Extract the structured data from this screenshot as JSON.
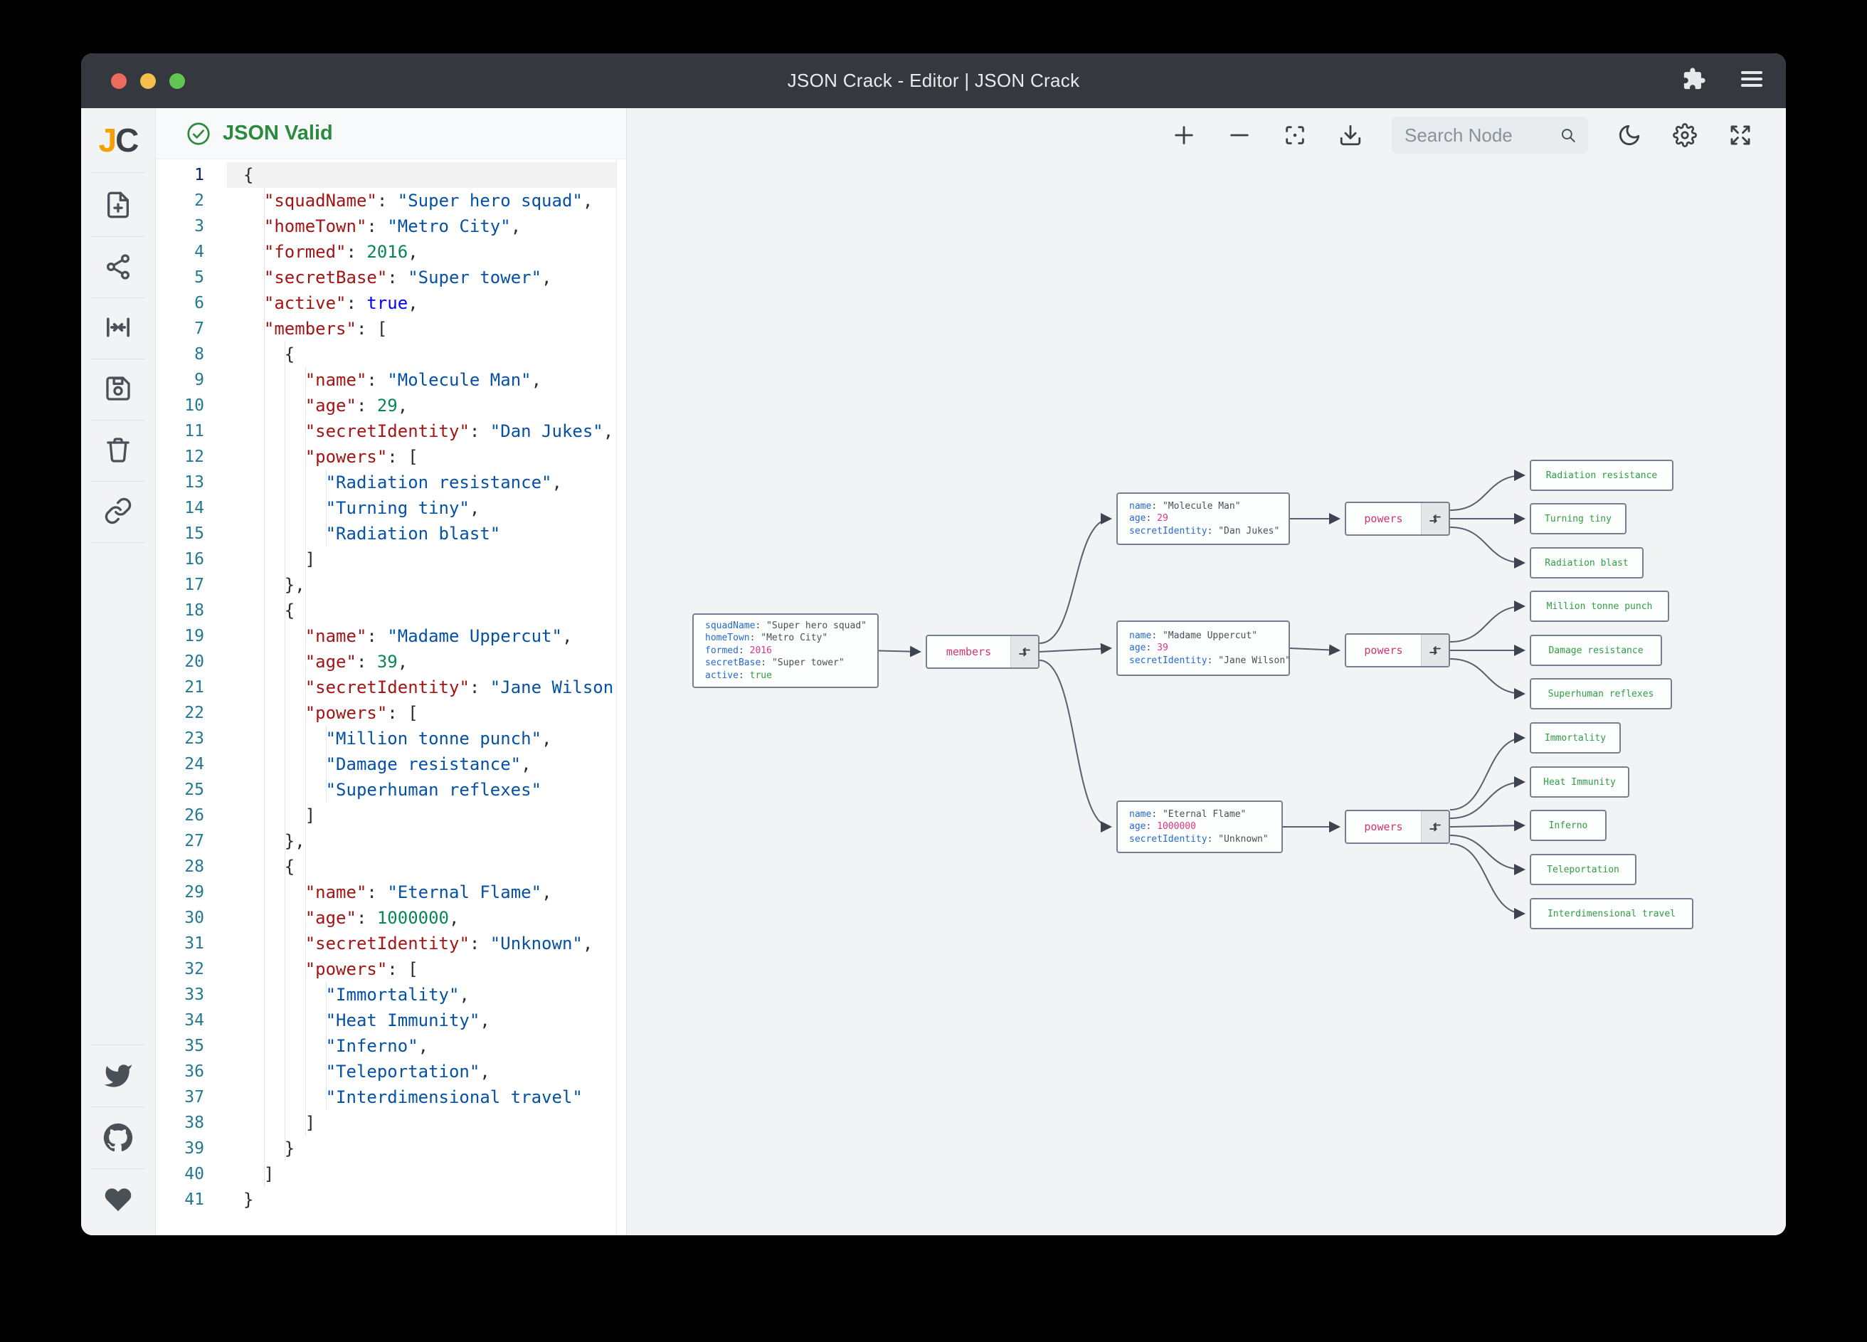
{
  "titlebar": {
    "title": "JSON Crack - Editor | JSON Crack",
    "traffic_colors": {
      "close": "#ed6a5e",
      "minimize": "#f4bf4f",
      "zoom": "#61c554"
    },
    "icons": [
      "extension-icon",
      "menu-icon"
    ]
  },
  "logo": {
    "j": "J",
    "c": "C"
  },
  "sidebar_icons": [
    "new-file",
    "graph-view",
    "collapse",
    "save",
    "delete",
    "link",
    "twitter",
    "github",
    "sponsor"
  ],
  "validation": {
    "label": "JSON Valid",
    "color": "#2b8a3e"
  },
  "search": {
    "placeholder": "Search Node"
  },
  "toolbar_icons": [
    "zoom-in",
    "zoom-out",
    "center-view",
    "download",
    "search",
    "dark-mode",
    "settings",
    "fullscreen"
  ],
  "colors": {
    "titlebar_bg": "#35383e",
    "canvas_bg": "#f2f3f5",
    "sidebar_bg": "#f1f3f5",
    "code_key": "#a31515",
    "code_string": "#0451a5",
    "code_number": "#098658",
    "code_bool": "#0000ff",
    "node_key": "#2669d0",
    "node_number": "#e0357f",
    "node_bool": "#2f9e44",
    "node_array_label": "#d6336c",
    "leaf_text": "#2f9e44",
    "edge": "#555f6e"
  },
  "editor": {
    "lines": [
      {
        "n": "1",
        "t": [
          [
            "{",
            "p"
          ]
        ],
        "active": true
      },
      {
        "n": "2",
        "t": [
          [
            "  ",
            "p"
          ],
          [
            "\"squadName\"",
            "k"
          ],
          [
            ": ",
            "p"
          ],
          [
            "\"Super hero squad\"",
            "s"
          ],
          [
            ",",
            "p"
          ]
        ]
      },
      {
        "n": "3",
        "t": [
          [
            "  ",
            "p"
          ],
          [
            "\"homeTown\"",
            "k"
          ],
          [
            ": ",
            "p"
          ],
          [
            "\"Metro City\"",
            "s"
          ],
          [
            ",",
            "p"
          ]
        ]
      },
      {
        "n": "4",
        "t": [
          [
            "  ",
            "p"
          ],
          [
            "\"formed\"",
            "k"
          ],
          [
            ": ",
            "p"
          ],
          [
            "2016",
            "n"
          ],
          [
            ",",
            "p"
          ]
        ]
      },
      {
        "n": "5",
        "t": [
          [
            "  ",
            "p"
          ],
          [
            "\"secretBase\"",
            "k"
          ],
          [
            ": ",
            "p"
          ],
          [
            "\"Super tower\"",
            "s"
          ],
          [
            ",",
            "p"
          ]
        ]
      },
      {
        "n": "6",
        "t": [
          [
            "  ",
            "p"
          ],
          [
            "\"active\"",
            "k"
          ],
          [
            ": ",
            "p"
          ],
          [
            "true",
            "b"
          ],
          [
            ",",
            "p"
          ]
        ]
      },
      {
        "n": "7",
        "t": [
          [
            "  ",
            "p"
          ],
          [
            "\"members\"",
            "k"
          ],
          [
            ": [",
            "p"
          ]
        ]
      },
      {
        "n": "8",
        "t": [
          [
            "    {",
            "p"
          ]
        ]
      },
      {
        "n": "9",
        "t": [
          [
            "      ",
            "p"
          ],
          [
            "\"name\"",
            "k"
          ],
          [
            ": ",
            "p"
          ],
          [
            "\"Molecule Man\"",
            "s"
          ],
          [
            ",",
            "p"
          ]
        ]
      },
      {
        "n": "10",
        "t": [
          [
            "      ",
            "p"
          ],
          [
            "\"age\"",
            "k"
          ],
          [
            ": ",
            "p"
          ],
          [
            "29",
            "n"
          ],
          [
            ",",
            "p"
          ]
        ]
      },
      {
        "n": "11",
        "t": [
          [
            "      ",
            "p"
          ],
          [
            "\"secretIdentity\"",
            "k"
          ],
          [
            ": ",
            "p"
          ],
          [
            "\"Dan Jukes\"",
            "s"
          ],
          [
            ",",
            "p"
          ]
        ]
      },
      {
        "n": "12",
        "t": [
          [
            "      ",
            "p"
          ],
          [
            "\"powers\"",
            "k"
          ],
          [
            ": [",
            "p"
          ]
        ]
      },
      {
        "n": "13",
        "t": [
          [
            "        ",
            "p"
          ],
          [
            "\"Radiation resistance\"",
            "s"
          ],
          [
            ",",
            "p"
          ]
        ]
      },
      {
        "n": "14",
        "t": [
          [
            "        ",
            "p"
          ],
          [
            "\"Turning tiny\"",
            "s"
          ],
          [
            ",",
            "p"
          ]
        ]
      },
      {
        "n": "15",
        "t": [
          [
            "        ",
            "p"
          ],
          [
            "\"Radiation blast\"",
            "s"
          ]
        ]
      },
      {
        "n": "16",
        "t": [
          [
            "      ]",
            "p"
          ]
        ]
      },
      {
        "n": "17",
        "t": [
          [
            "    },",
            "p"
          ]
        ]
      },
      {
        "n": "18",
        "t": [
          [
            "    {",
            "p"
          ]
        ]
      },
      {
        "n": "19",
        "t": [
          [
            "      ",
            "p"
          ],
          [
            "\"name\"",
            "k"
          ],
          [
            ": ",
            "p"
          ],
          [
            "\"Madame Uppercut\"",
            "s"
          ],
          [
            ",",
            "p"
          ]
        ]
      },
      {
        "n": "20",
        "t": [
          [
            "      ",
            "p"
          ],
          [
            "\"age\"",
            "k"
          ],
          [
            ": ",
            "p"
          ],
          [
            "39",
            "n"
          ],
          [
            ",",
            "p"
          ]
        ]
      },
      {
        "n": "21",
        "t": [
          [
            "      ",
            "p"
          ],
          [
            "\"secretIdentity\"",
            "k"
          ],
          [
            ": ",
            "p"
          ],
          [
            "\"Jane Wilson\"",
            "s"
          ],
          [
            ",",
            "p"
          ]
        ]
      },
      {
        "n": "22",
        "t": [
          [
            "      ",
            "p"
          ],
          [
            "\"powers\"",
            "k"
          ],
          [
            ": [",
            "p"
          ]
        ]
      },
      {
        "n": "23",
        "t": [
          [
            "        ",
            "p"
          ],
          [
            "\"Million tonne punch\"",
            "s"
          ],
          [
            ",",
            "p"
          ]
        ]
      },
      {
        "n": "24",
        "t": [
          [
            "        ",
            "p"
          ],
          [
            "\"Damage resistance\"",
            "s"
          ],
          [
            ",",
            "p"
          ]
        ]
      },
      {
        "n": "25",
        "t": [
          [
            "        ",
            "p"
          ],
          [
            "\"Superhuman reflexes\"",
            "s"
          ]
        ]
      },
      {
        "n": "26",
        "t": [
          [
            "      ]",
            "p"
          ]
        ]
      },
      {
        "n": "27",
        "t": [
          [
            "    },",
            "p"
          ]
        ]
      },
      {
        "n": "28",
        "t": [
          [
            "    {",
            "p"
          ]
        ]
      },
      {
        "n": "29",
        "t": [
          [
            "      ",
            "p"
          ],
          [
            "\"name\"",
            "k"
          ],
          [
            ": ",
            "p"
          ],
          [
            "\"Eternal Flame\"",
            "s"
          ],
          [
            ",",
            "p"
          ]
        ]
      },
      {
        "n": "30",
        "t": [
          [
            "      ",
            "p"
          ],
          [
            "\"age\"",
            "k"
          ],
          [
            ": ",
            "p"
          ],
          [
            "1000000",
            "n"
          ],
          [
            ",",
            "p"
          ]
        ]
      },
      {
        "n": "31",
        "t": [
          [
            "      ",
            "p"
          ],
          [
            "\"secretIdentity\"",
            "k"
          ],
          [
            ": ",
            "p"
          ],
          [
            "\"Unknown\"",
            "s"
          ],
          [
            ",",
            "p"
          ]
        ]
      },
      {
        "n": "32",
        "t": [
          [
            "      ",
            "p"
          ],
          [
            "\"powers\"",
            "k"
          ],
          [
            ": [",
            "p"
          ]
        ]
      },
      {
        "n": "33",
        "t": [
          [
            "        ",
            "p"
          ],
          [
            "\"Immortality\"",
            "s"
          ],
          [
            ",",
            "p"
          ]
        ]
      },
      {
        "n": "34",
        "t": [
          [
            "        ",
            "p"
          ],
          [
            "\"Heat Immunity\"",
            "s"
          ],
          [
            ",",
            "p"
          ]
        ]
      },
      {
        "n": "35",
        "t": [
          [
            "        ",
            "p"
          ],
          [
            "\"Inferno\"",
            "s"
          ],
          [
            ",",
            "p"
          ]
        ]
      },
      {
        "n": "36",
        "t": [
          [
            "        ",
            "p"
          ],
          [
            "\"Teleportation\"",
            "s"
          ],
          [
            ",",
            "p"
          ]
        ]
      },
      {
        "n": "37",
        "t": [
          [
            "        ",
            "p"
          ],
          [
            "\"Interdimensional travel\"",
            "s"
          ]
        ]
      },
      {
        "n": "38",
        "t": [
          [
            "      ]",
            "p"
          ]
        ]
      },
      {
        "n": "39",
        "t": [
          [
            "    }",
            "p"
          ]
        ]
      },
      {
        "n": "40",
        "t": [
          [
            "  ]",
            "p"
          ]
        ]
      },
      {
        "n": "41",
        "t": [
          [
            "}",
            "p"
          ]
        ]
      }
    ]
  },
  "graph": {
    "root": {
      "rows": [
        {
          "k": "squadName",
          "v": "\"Super hero squad\"",
          "t": "s"
        },
        {
          "k": "homeTown",
          "v": "\"Metro City\"",
          "t": "s"
        },
        {
          "k": "formed",
          "v": "2016",
          "t": "n"
        },
        {
          "k": "secretBase",
          "v": "\"Super tower\"",
          "t": "s"
        },
        {
          "k": "active",
          "v": "true",
          "t": "b"
        }
      ]
    },
    "members_label": "members",
    "powers_label": "powers",
    "members": [
      {
        "rows": [
          {
            "k": "name",
            "v": "\"Molecule Man\"",
            "t": "s"
          },
          {
            "k": "age",
            "v": "29",
            "t": "n"
          },
          {
            "k": "secretIdentity",
            "v": "\"Dan Jukes\"",
            "t": "s"
          }
        ],
        "powers": [
          "Radiation resistance",
          "Turning tiny",
          "Radiation blast"
        ]
      },
      {
        "rows": [
          {
            "k": "name",
            "v": "\"Madame Uppercut\"",
            "t": "s"
          },
          {
            "k": "age",
            "v": "39",
            "t": "n"
          },
          {
            "k": "secretIdentity",
            "v": "\"Jane Wilson\"",
            "t": "s"
          }
        ],
        "powers": [
          "Million tonne punch",
          "Damage resistance",
          "Superhuman reflexes"
        ]
      },
      {
        "rows": [
          {
            "k": "name",
            "v": "\"Eternal Flame\"",
            "t": "s"
          },
          {
            "k": "age",
            "v": "1000000",
            "t": "n"
          },
          {
            "k": "secretIdentity",
            "v": "\"Unknown\"",
            "t": "s"
          }
        ],
        "powers": [
          "Immortality",
          "Heat Immunity",
          "Inferno",
          "Teleportation",
          "Interdimensional travel"
        ]
      }
    ]
  }
}
